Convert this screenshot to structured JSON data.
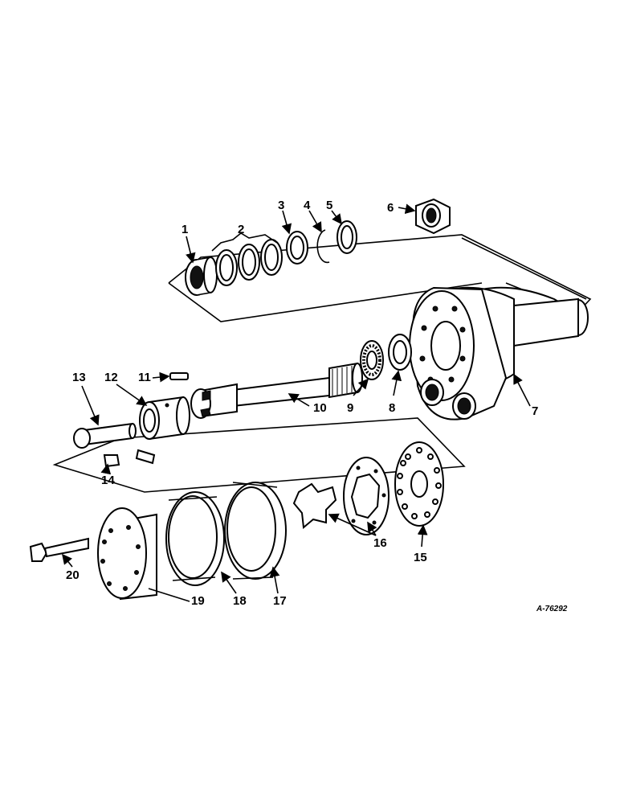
{
  "drawing_ref": "A-76292",
  "callouts": [
    "1",
    "2",
    "3",
    "4",
    "5",
    "6",
    "7",
    "8",
    "9",
    "10",
    "11",
    "12",
    "13",
    "14",
    "15",
    "16",
    "17",
    "18",
    "19",
    "20"
  ]
}
